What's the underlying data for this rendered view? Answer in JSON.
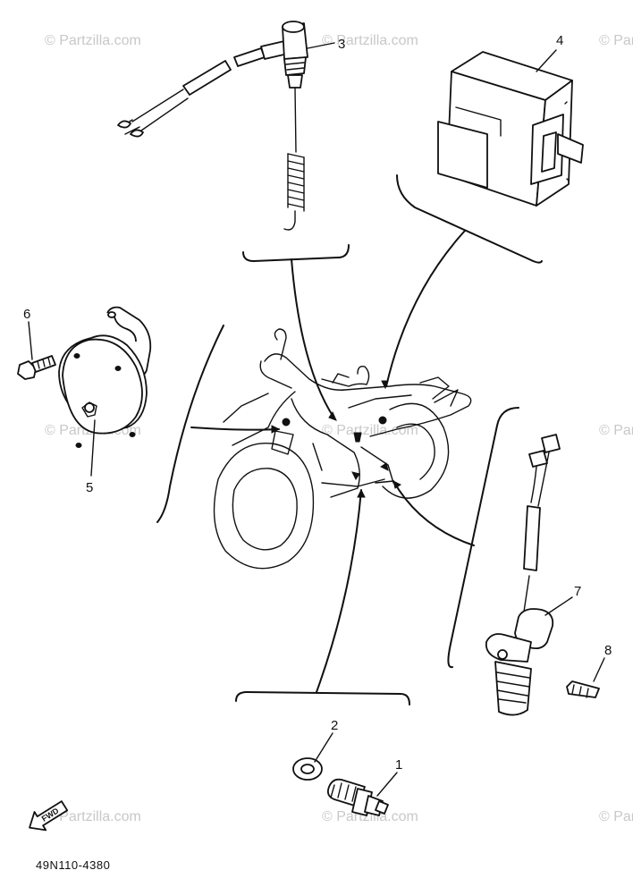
{
  "diagram": {
    "callouts": {
      "p1": "1",
      "p2": "2",
      "p3": "3",
      "p4": "4",
      "p5": "5",
      "p6": "6",
      "p7": "7",
      "p8": "8"
    },
    "drawing_code": "49N110-4380",
    "fwd_label": "FWD",
    "watermark": "© Partzilla.com"
  }
}
